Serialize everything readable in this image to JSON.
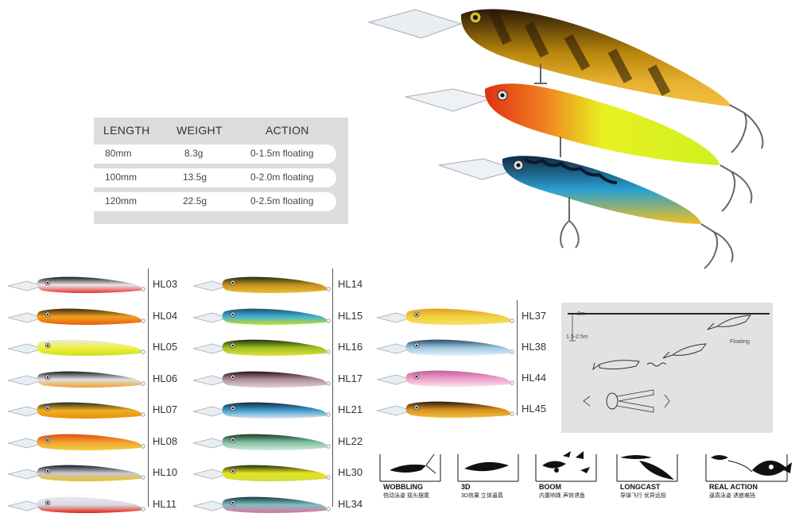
{
  "spec_table": {
    "headers": [
      "LENGTH",
      "WEIGHT",
      "ACTION"
    ],
    "rows": [
      [
        "80mm",
        "8.3g",
        "0-1.5m floating"
      ],
      [
        "100mm",
        "13.5g",
        "0-2.0m floating"
      ],
      [
        "120mm",
        "22.5g",
        "0-2.5m floating"
      ]
    ]
  },
  "models": {
    "col1": [
      "HL03",
      "HL04",
      "HL05",
      "HL06",
      "HL07",
      "HL08",
      "HL10",
      "HL11"
    ],
    "col2": [
      "HL14",
      "HL15",
      "HL16",
      "HL17",
      "HL21",
      "HL22",
      "HL30",
      "HL34"
    ],
    "col3": [
      "HL37",
      "HL38",
      "HL44",
      "HL45"
    ]
  },
  "diagram": {
    "depth_top": "0m",
    "depth_range": "1.5-2.5m",
    "label": "Floating"
  },
  "features": [
    {
      "title": "WOBBLING",
      "sub": "悦动泳姿 摇头摆尾"
    },
    {
      "title": "3D",
      "sub": "3D效果 立体逼真"
    },
    {
      "title": "BOOM",
      "sub": "内置响珠 声效诱鱼"
    },
    {
      "title": "LONGCAST",
      "sub": "导弹飞行 优异远投"
    },
    {
      "title": "REAL ACTION",
      "sub": "逼真泳姿 诱惑难挡"
    }
  ],
  "colors": {
    "table_bg": "#dcdcdc",
    "diagram_bg": "#e2e2e2"
  }
}
